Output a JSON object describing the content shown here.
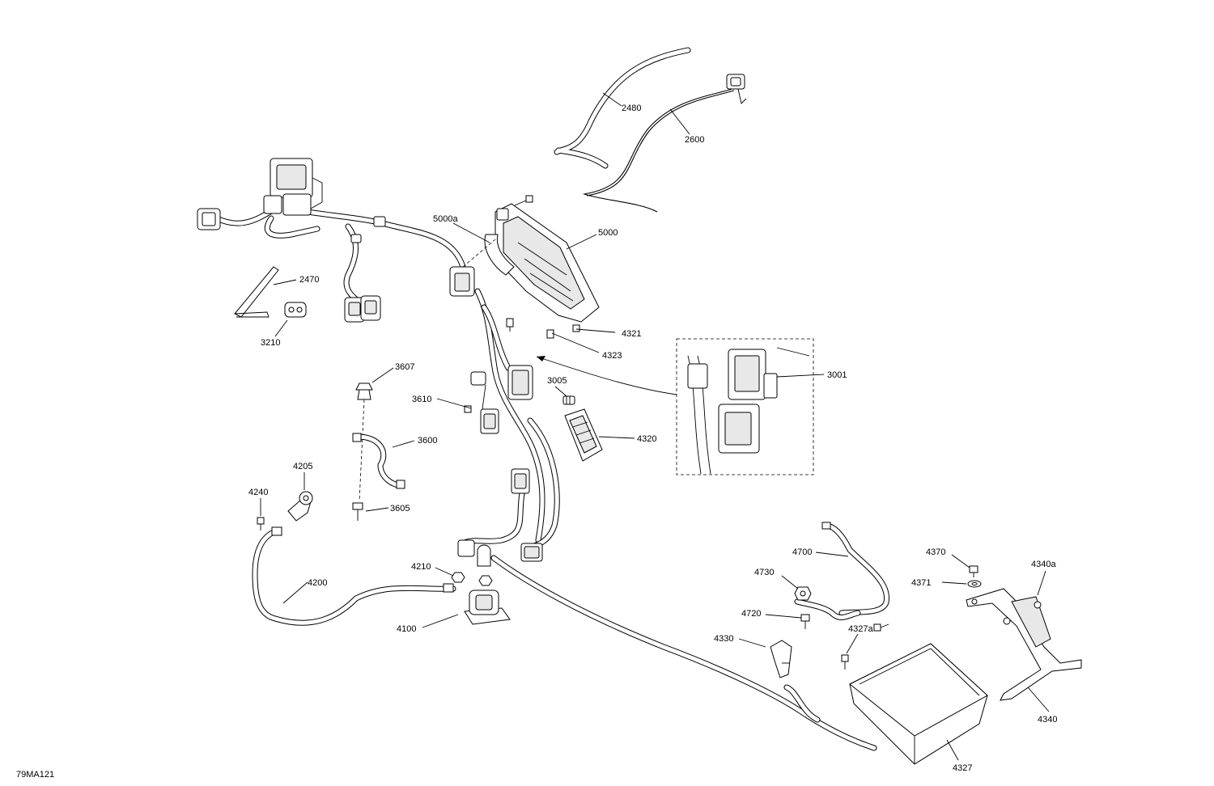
{
  "figure_code": "79MA121",
  "parts": [
    {
      "id": "p2480",
      "ref": "2480"
    },
    {
      "id": "p2600",
      "ref": "2600"
    },
    {
      "id": "p5000a",
      "ref": "5000a"
    },
    {
      "id": "p5000",
      "ref": "5000"
    },
    {
      "id": "p2470",
      "ref": "2470"
    },
    {
      "id": "p3210",
      "ref": "3210"
    },
    {
      "id": "p4321",
      "ref": "4321"
    },
    {
      "id": "p4323",
      "ref": "4323"
    },
    {
      "id": "p3001",
      "ref": "3001"
    },
    {
      "id": "p3607",
      "ref": "3607"
    },
    {
      "id": "p3005",
      "ref": "3005"
    },
    {
      "id": "p3610",
      "ref": "3610"
    },
    {
      "id": "p3600",
      "ref": "3600"
    },
    {
      "id": "p4320",
      "ref": "4320"
    },
    {
      "id": "p4205",
      "ref": "4205"
    },
    {
      "id": "p4240",
      "ref": "4240"
    },
    {
      "id": "p3605",
      "ref": "3605"
    },
    {
      "id": "p4700",
      "ref": "4700"
    },
    {
      "id": "p4370",
      "ref": "4370"
    },
    {
      "id": "p4340a",
      "ref": "4340a"
    },
    {
      "id": "p4210",
      "ref": "4210"
    },
    {
      "id": "p4730",
      "ref": "4730"
    },
    {
      "id": "p4371",
      "ref": "4371"
    },
    {
      "id": "p4200",
      "ref": "4200"
    },
    {
      "id": "p4720",
      "ref": "4720"
    },
    {
      "id": "p4327a",
      "ref": "4327a"
    },
    {
      "id": "p4100",
      "ref": "4100"
    },
    {
      "id": "p4330",
      "ref": "4330"
    },
    {
      "id": "p4340",
      "ref": "4340"
    },
    {
      "id": "p4327",
      "ref": "4327"
    }
  ]
}
